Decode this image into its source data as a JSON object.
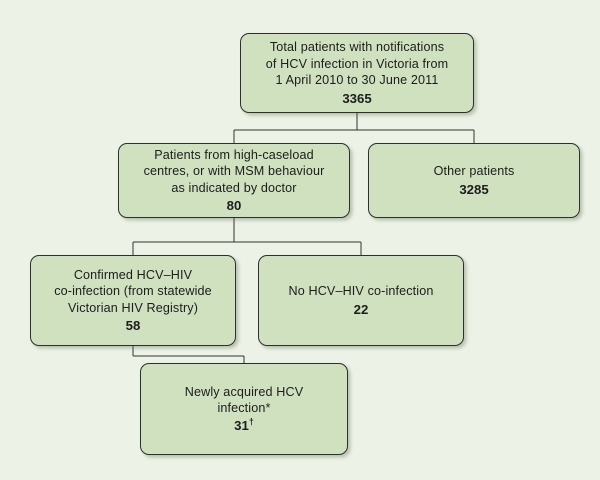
{
  "figure": {
    "type": "flowchart",
    "orientation": "top-down",
    "background_color": "#ecf2e5",
    "node_fill_color": "#cfe1be",
    "node_border_color": "#2f2f2f",
    "connector_color": "#333333"
  },
  "nodes": {
    "total": {
      "text": "Total patients with notifications\nof HCV infection in Victoria from\n1 April 2010 to 30 June 2011",
      "count": "3365"
    },
    "high_caseload": {
      "text": "Patients from high-caseload\ncentres, or with MSM behaviour\nas indicated by doctor",
      "count": "80"
    },
    "other_patients": {
      "text": "Other patients",
      "count": "3285"
    },
    "confirmed_coinfection": {
      "text": "Confirmed HCV–HIV\nco-infection (from statewide\nVictorian HIV Registry)",
      "count": "58"
    },
    "no_coinfection": {
      "text": "No HCV–HIV co-infection",
      "count": "22"
    },
    "newly_acquired": {
      "text": "Newly acquired HCV\ninfection*",
      "count": "31",
      "count_superscript": "†"
    }
  }
}
